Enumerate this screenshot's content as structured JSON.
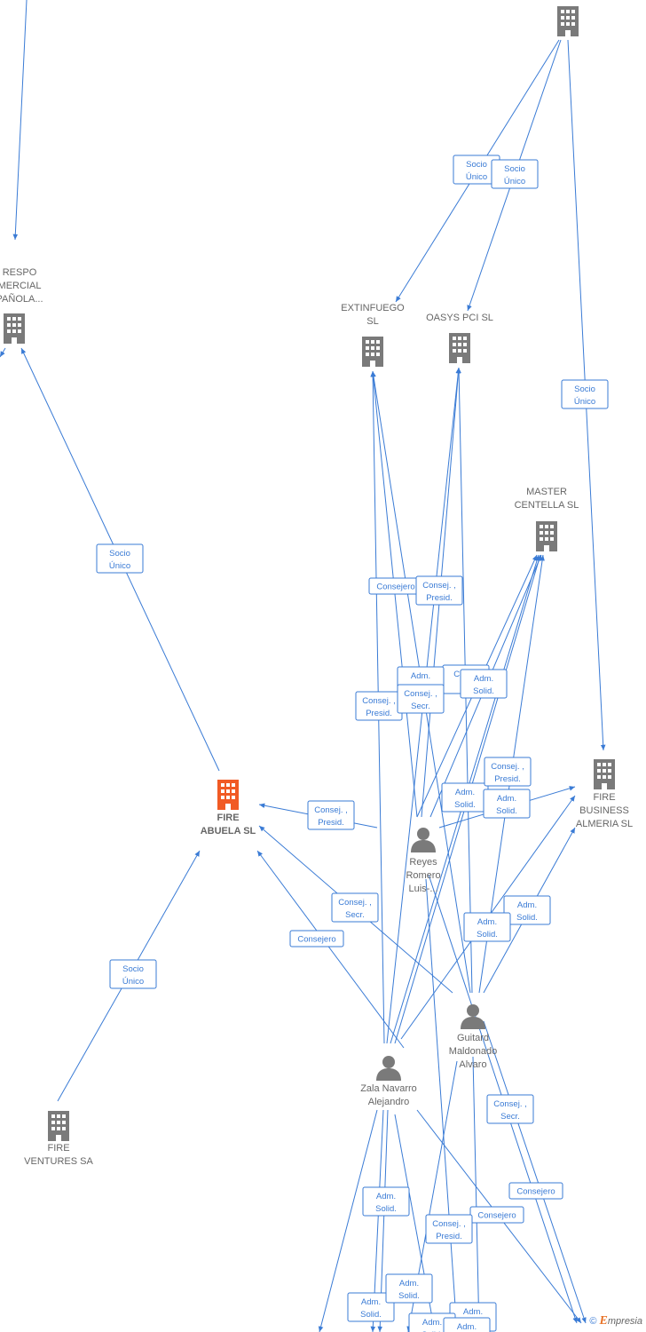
{
  "nodes": [
    {
      "id": "cm",
      "lines": [
        "RESPO",
        "MERCIAL",
        "PAÑOLA..."
      ],
      "kind": "company"
    },
    {
      "id": "top",
      "lines": [],
      "kind": "company"
    },
    {
      "id": "ext",
      "lines": [
        "EXTINFUEGO",
        "SL"
      ],
      "kind": "company"
    },
    {
      "id": "oas",
      "lines": [
        "OASYS PCI SL"
      ],
      "kind": "company"
    },
    {
      "id": "mas",
      "lines": [
        "MASTER",
        "CENTELLA SL"
      ],
      "kind": "company"
    },
    {
      "id": "fire",
      "lines": [
        "FIRE",
        "ABUELA SL"
      ],
      "kind": "focus"
    },
    {
      "id": "fba",
      "lines": [
        "FIRE",
        "BUSINESS",
        "ALMERIA SL"
      ],
      "kind": "company"
    },
    {
      "id": "fv",
      "lines": [
        "FIRE",
        "VENTURES SA"
      ],
      "kind": "company"
    },
    {
      "id": "reyes",
      "lines": [
        "Reyes",
        "Romero",
        "Luis-..."
      ],
      "kind": "person"
    },
    {
      "id": "guit",
      "lines": [
        "Guitard",
        "Maldonado",
        "Alvaro"
      ],
      "kind": "person"
    },
    {
      "id": "zala",
      "lines": [
        "Zala Navarro",
        "Alejandro"
      ],
      "kind": "person"
    }
  ],
  "edge_labels": [
    [
      "Socio",
      "Único"
    ],
    [
      "Socio",
      "Único"
    ],
    [
      "Socio",
      "Único"
    ],
    [
      "Socio",
      "Único"
    ],
    [
      "Socio",
      "Único"
    ],
    [
      "Consejero"
    ],
    [
      "Consej. ,",
      "Presid."
    ],
    [
      "Consej. ,",
      "Presid."
    ],
    [
      "Consej. ,",
      "Secr."
    ],
    [
      "Consejero"
    ],
    [
      "Conse",
      "Se"
    ],
    [
      "Adm.",
      "Solid."
    ],
    [
      "Consej. ,",
      "Presid."
    ],
    [
      "Adm.",
      "Solid."
    ],
    [
      "Adm.",
      "Solid."
    ],
    [
      "Adm.",
      "Solid."
    ],
    [
      "Consej. ,",
      "Presid."
    ],
    [
      "Consej. ,",
      "Secr."
    ],
    [
      "Consejero"
    ],
    [
      "Adm.",
      "Solid."
    ],
    [
      "Adm.",
      "Solid."
    ],
    [
      "Consej. ,",
      "Secr."
    ],
    [
      "Consejero"
    ],
    [
      "Adm.",
      "Solid."
    ],
    [
      "Consej. ,",
      "Presid."
    ],
    [
      "Adm.",
      "Solid."
    ],
    [
      "Adm.",
      "Solid."
    ],
    [
      "Adm.",
      "Solid."
    ],
    [
      "Adm.",
      "Solid."
    ],
    [
      "Adm.",
      "Solid."
    ]
  ],
  "colors": {
    "edge": "#3a7bd5",
    "company": "#7a7a7a",
    "focus": "#f15a24",
    "person": "#7a7a7a"
  },
  "brand": {
    "copyright": "©",
    "e": "E",
    "rest": "mpresia"
  }
}
